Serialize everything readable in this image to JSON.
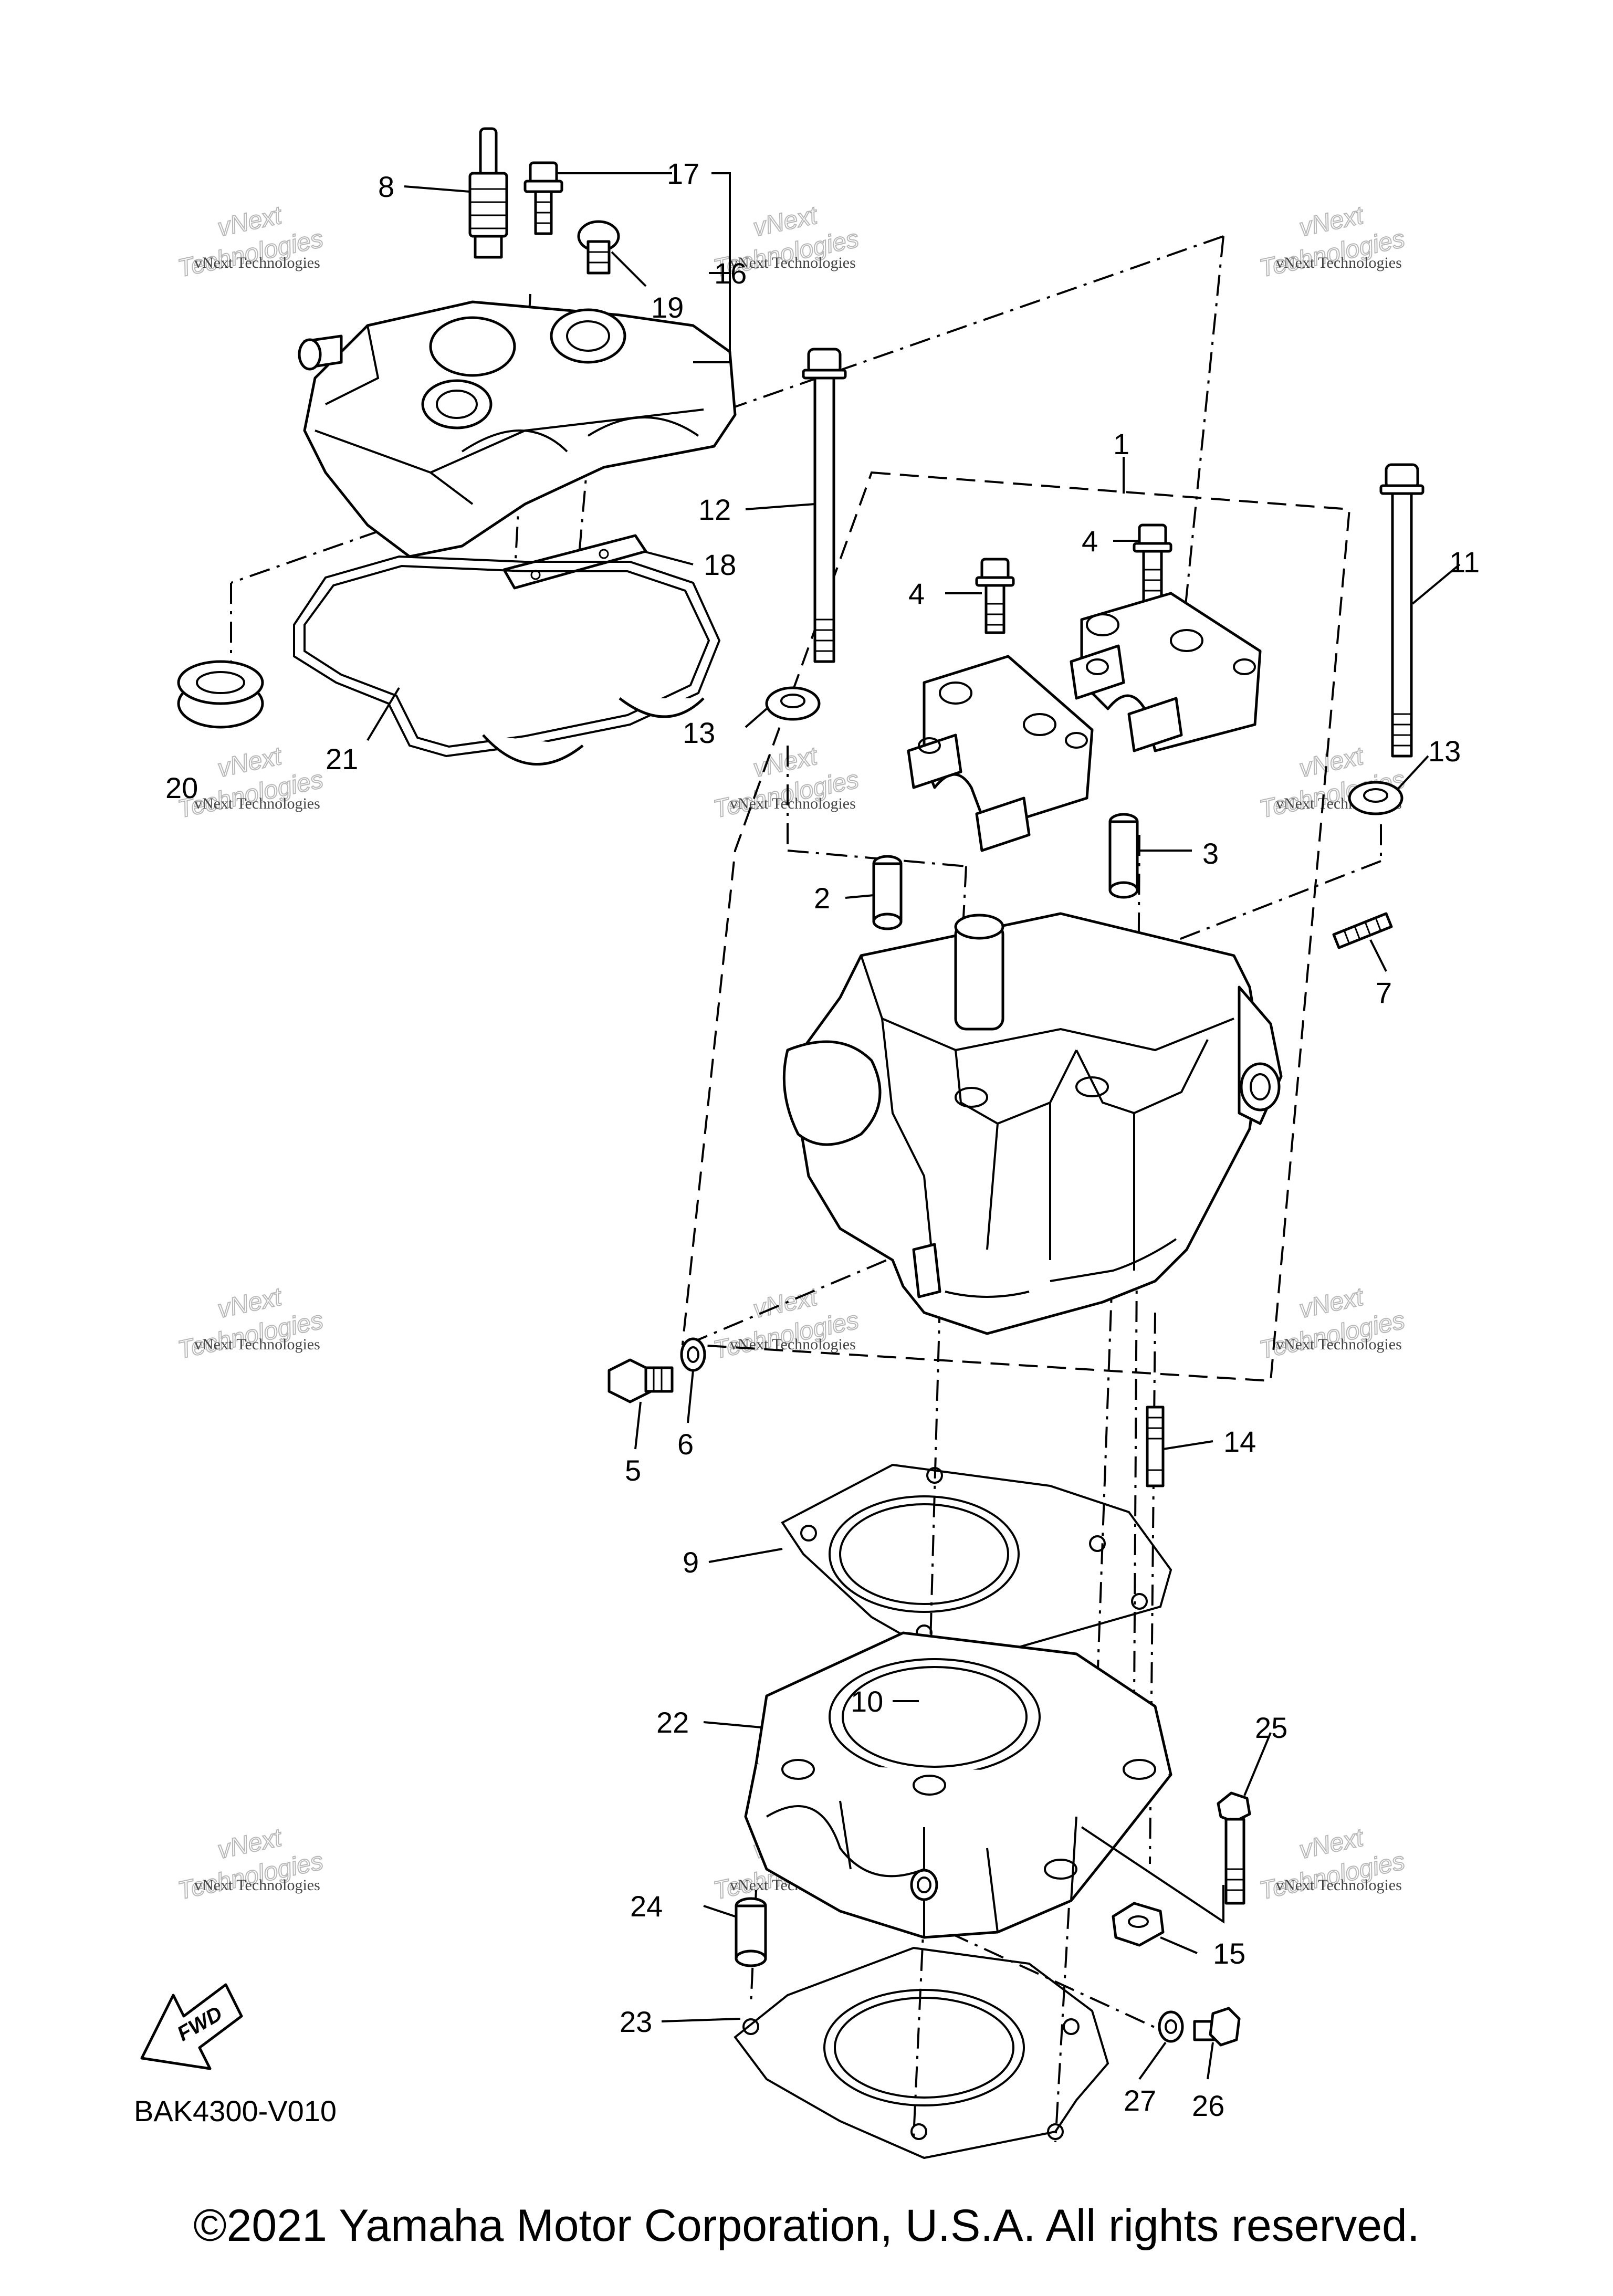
{
  "diagram": {
    "code": "BAK4300-V010",
    "fwd_label": "FWD",
    "copyright": "©2021 Yamaha Motor Corporation, U.S.A. All rights reserved.",
    "watermark": {
      "line1": "vNext Technologies",
      "line2": "Technologies",
      "line3": "vNext"
    },
    "callouts": [
      {
        "id": "1",
        "text": "1"
      },
      {
        "id": "2",
        "text": "2"
      },
      {
        "id": "3",
        "text": "3"
      },
      {
        "id": "4a",
        "text": "4"
      },
      {
        "id": "4b",
        "text": "4"
      },
      {
        "id": "5",
        "text": "5"
      },
      {
        "id": "6",
        "text": "6"
      },
      {
        "id": "7",
        "text": "7"
      },
      {
        "id": "8",
        "text": "8"
      },
      {
        "id": "9",
        "text": "9"
      },
      {
        "id": "10",
        "text": "10"
      },
      {
        "id": "11",
        "text": "11"
      },
      {
        "id": "12",
        "text": "12"
      },
      {
        "id": "13a",
        "text": "13"
      },
      {
        "id": "13b",
        "text": "13"
      },
      {
        "id": "14",
        "text": "14"
      },
      {
        "id": "15",
        "text": "15"
      },
      {
        "id": "16",
        "text": "16"
      },
      {
        "id": "17",
        "text": "17"
      },
      {
        "id": "18",
        "text": "18"
      },
      {
        "id": "19",
        "text": "19"
      },
      {
        "id": "20",
        "text": "20"
      },
      {
        "id": "21",
        "text": "21"
      },
      {
        "id": "22",
        "text": "22"
      },
      {
        "id": "23",
        "text": "23"
      },
      {
        "id": "24",
        "text": "24"
      },
      {
        "id": "25",
        "text": "25"
      },
      {
        "id": "26",
        "text": "26"
      },
      {
        "id": "27",
        "text": "27"
      }
    ]
  }
}
